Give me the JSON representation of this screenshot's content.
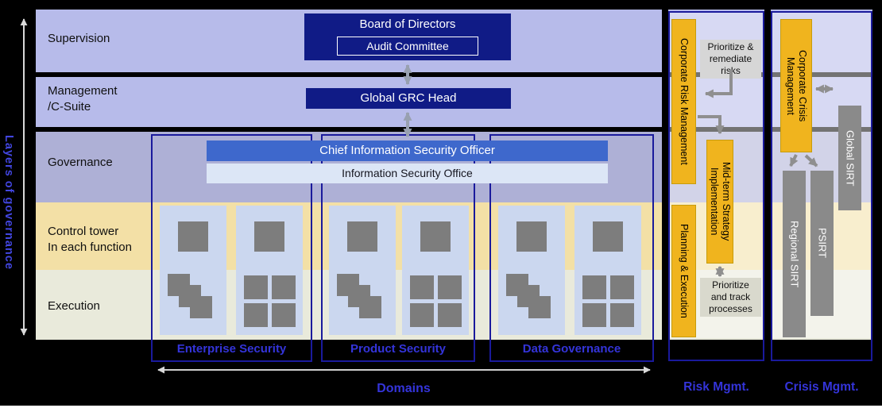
{
  "colors": {
    "lavender": "#b7bbea",
    "governance": "#aeb0d6",
    "control": "#f3e0a6",
    "execution": "#e9eadb",
    "navy": "#101b86",
    "ciso": "#3e68cc",
    "iso": "#dce6f6",
    "panel": "#cbd7ef",
    "unit": "#7d7d7d",
    "orange": "#f0b41e",
    "sirt": "#8a8a8a",
    "outline": "#1a1a9c",
    "labelblue": "#3434da"
  },
  "axis": {
    "label": "Layers of governance"
  },
  "layers": [
    {
      "label": "Supervision"
    },
    {
      "label": "Management\n/C-Suite"
    },
    {
      "label": "Governance"
    },
    {
      "label": "Control tower\nIn each function"
    },
    {
      "label": "Execution"
    }
  ],
  "org": {
    "board": "Board of Directors",
    "audit": "Audit Committee",
    "grc": "Global GRC Head",
    "ciso": "Chief Information Security Officer",
    "iso": "Information Security Office"
  },
  "domains": {
    "axis_label": "Domains",
    "items": [
      {
        "label": "Enterprise Security"
      },
      {
        "label": "Product Security"
      },
      {
        "label": "Data Governance"
      }
    ]
  },
  "risk": {
    "title": "Risk Mgmt.",
    "corporate": "Corporate Risk Management",
    "midterm": "Mid-term Strategy Implementation",
    "planning": "Planning & Execution",
    "note_top": "Prioritize &\nremediate\nrisks",
    "note_bottom": "Prioritize\nand track\nprocesses"
  },
  "crisis": {
    "title": "Crisis Mgmt.",
    "corporate": "Corporate Crisis Management",
    "global_sirt": "Global SIRT",
    "regional_sirt": "Regional SIRT",
    "psirt": "PSIRT"
  }
}
